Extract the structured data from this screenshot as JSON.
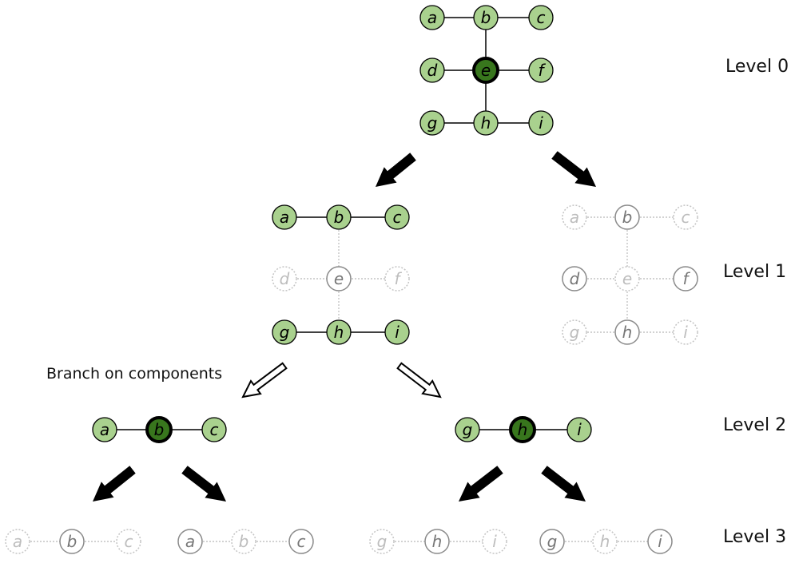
{
  "levels": {
    "level0": "Level 0",
    "level1": "Level 1",
    "level2": "Level 2",
    "level3": "Level 3"
  },
  "annotation": "Branch on components",
  "colors": {
    "node_fill_active": "#a9d18e",
    "node_fill_selected": "#38761d",
    "node_stroke": "#000000",
    "faded_light": "#c4c4c4",
    "faded_mid": "#8a8a8a",
    "arrow_fill": "#000000",
    "arrow_outline_fill": "#ffffff"
  },
  "graphs": [
    {
      "id": "level0-graph",
      "nodes": [
        {
          "label": "a",
          "state": "active"
        },
        {
          "label": "b",
          "state": "active"
        },
        {
          "label": "c",
          "state": "active"
        },
        {
          "label": "d",
          "state": "active"
        },
        {
          "label": "e",
          "state": "selected"
        },
        {
          "label": "f",
          "state": "active"
        },
        {
          "label": "g",
          "state": "active"
        },
        {
          "label": "h",
          "state": "active"
        },
        {
          "label": "i",
          "state": "active"
        }
      ]
    },
    {
      "id": "level1-left-graph",
      "nodes": [
        {
          "label": "a",
          "state": "active"
        },
        {
          "label": "b",
          "state": "active"
        },
        {
          "label": "c",
          "state": "active"
        },
        {
          "label": "d",
          "state": "faded-light"
        },
        {
          "label": "e",
          "state": "faded-mid"
        },
        {
          "label": "f",
          "state": "faded-light"
        },
        {
          "label": "g",
          "state": "active"
        },
        {
          "label": "h",
          "state": "active"
        },
        {
          "label": "i",
          "state": "active"
        }
      ]
    },
    {
      "id": "level1-right-graph",
      "nodes": [
        {
          "label": "a",
          "state": "faded-light"
        },
        {
          "label": "b",
          "state": "faded-mid"
        },
        {
          "label": "c",
          "state": "faded-light"
        },
        {
          "label": "d",
          "state": "faded-mid"
        },
        {
          "label": "e",
          "state": "faded-light"
        },
        {
          "label": "f",
          "state": "faded-mid"
        },
        {
          "label": "g",
          "state": "faded-light"
        },
        {
          "label": "h",
          "state": "faded-mid"
        },
        {
          "label": "i",
          "state": "faded-light"
        }
      ]
    },
    {
      "id": "level2-left-graph",
      "nodes": [
        {
          "label": "a",
          "state": "active"
        },
        {
          "label": "b",
          "state": "selected"
        },
        {
          "label": "c",
          "state": "active"
        }
      ]
    },
    {
      "id": "level2-right-graph",
      "nodes": [
        {
          "label": "g",
          "state": "active"
        },
        {
          "label": "h",
          "state": "selected"
        },
        {
          "label": "i",
          "state": "active"
        }
      ]
    },
    {
      "id": "level3-graph-1",
      "nodes": [
        {
          "label": "a",
          "state": "faded-light"
        },
        {
          "label": "b",
          "state": "faded-mid"
        },
        {
          "label": "c",
          "state": "faded-light"
        }
      ]
    },
    {
      "id": "level3-graph-2",
      "nodes": [
        {
          "label": "a",
          "state": "faded-mid"
        },
        {
          "label": "b",
          "state": "faded-light"
        },
        {
          "label": "c",
          "state": "faded-mid"
        }
      ]
    },
    {
      "id": "level3-graph-3",
      "nodes": [
        {
          "label": "g",
          "state": "faded-light"
        },
        {
          "label": "h",
          "state": "faded-mid"
        },
        {
          "label": "i",
          "state": "faded-light"
        }
      ]
    },
    {
      "id": "level3-graph-4",
      "nodes": [
        {
          "label": "g",
          "state": "faded-mid"
        },
        {
          "label": "h",
          "state": "faded-light"
        },
        {
          "label": "i",
          "state": "faded-mid"
        }
      ]
    }
  ]
}
